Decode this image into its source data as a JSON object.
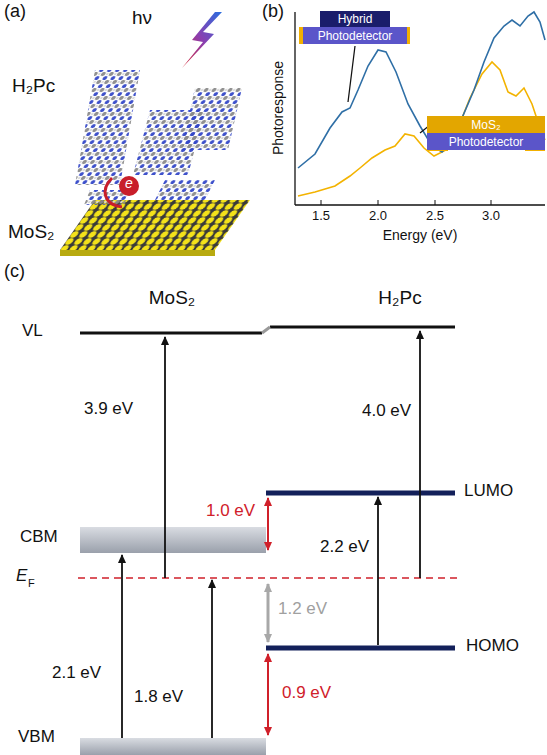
{
  "diagram": {
    "nodes": [
      {
        "text": [
          "Hybrid"
        ]
      },
      {
        "text": [
          "Photodetector"
        ]
      },
      {
        "text": [
          "MoS₂"
        ]
      },
      {
        "text": [
          "Photodetector"
        ]
      }
    ],
    "labels": [
      "(a)",
      "hν",
      "H₂Pc",
      "MoS₂",
      "e",
      "(b)",
      "Photoresponse",
      "1.5",
      "2.0",
      "2.5",
      "3.0",
      "Energy (eV)",
      "(c)",
      "MoS₂",
      "H₂Pc",
      "VL",
      "3.9 eV",
      "4.0 eV",
      "LUMO",
      "1.0 eV",
      "2.2 eV",
      "CBM",
      "E",
      "F",
      "1.2 eV",
      "2.1 eV",
      "1.8 eV",
      "HOMO",
      "0.9 eV",
      "VBM"
    ]
  }
}
